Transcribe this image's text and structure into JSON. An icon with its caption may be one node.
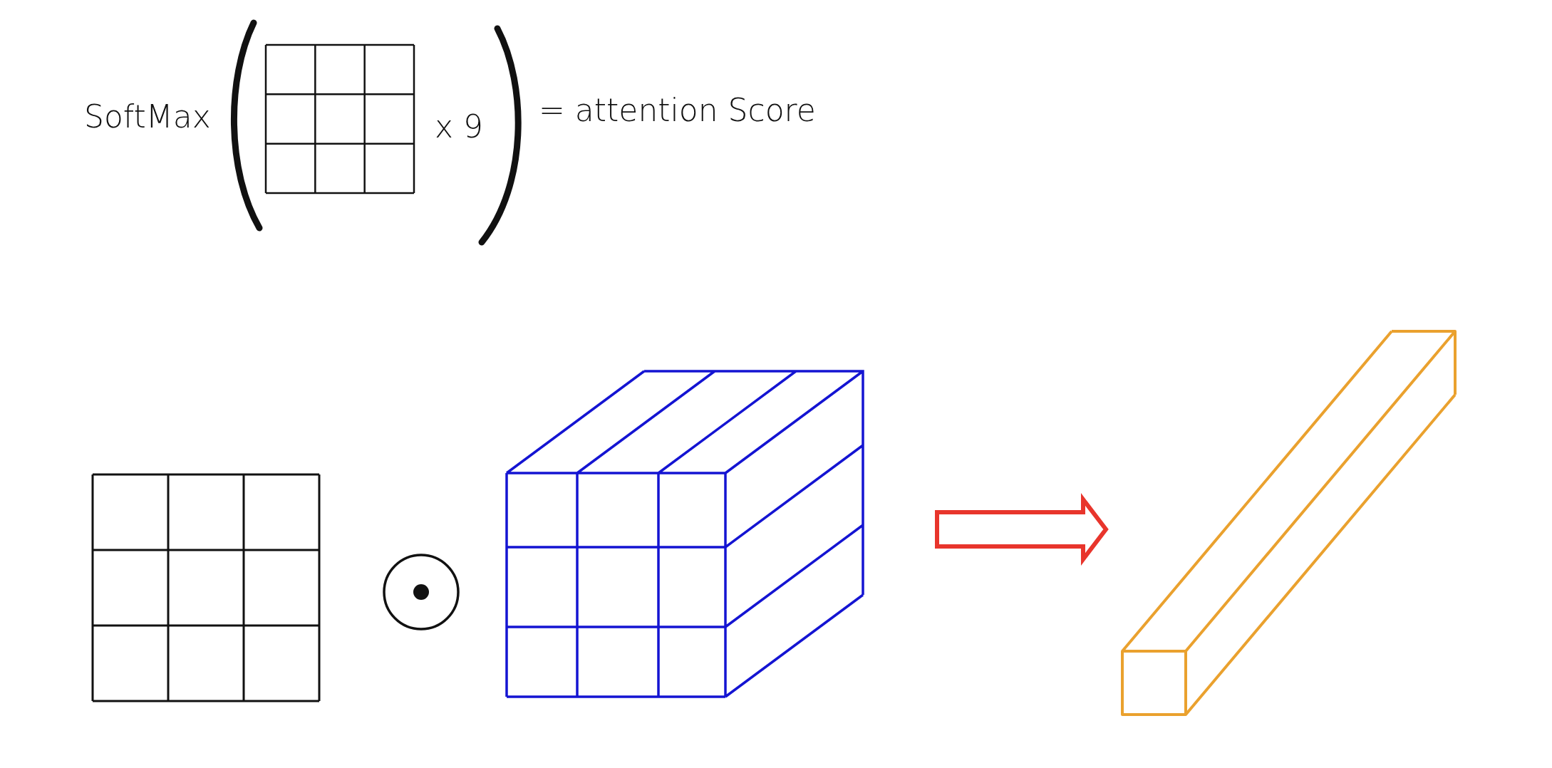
{
  "diagram": {
    "nodes": [
      {
        "text": [],
        "shape": "box"
      },
      {
        "text": [],
        "shape": "bar"
      }
    ],
    "edges": [
      {
        "from": 0,
        "to": 1,
        "arrow": "to",
        "color": "#e8352c"
      }
    ],
    "labels": [
      "SoftMax",
      "x 9",
      "= attention Score"
    ]
  }
}
